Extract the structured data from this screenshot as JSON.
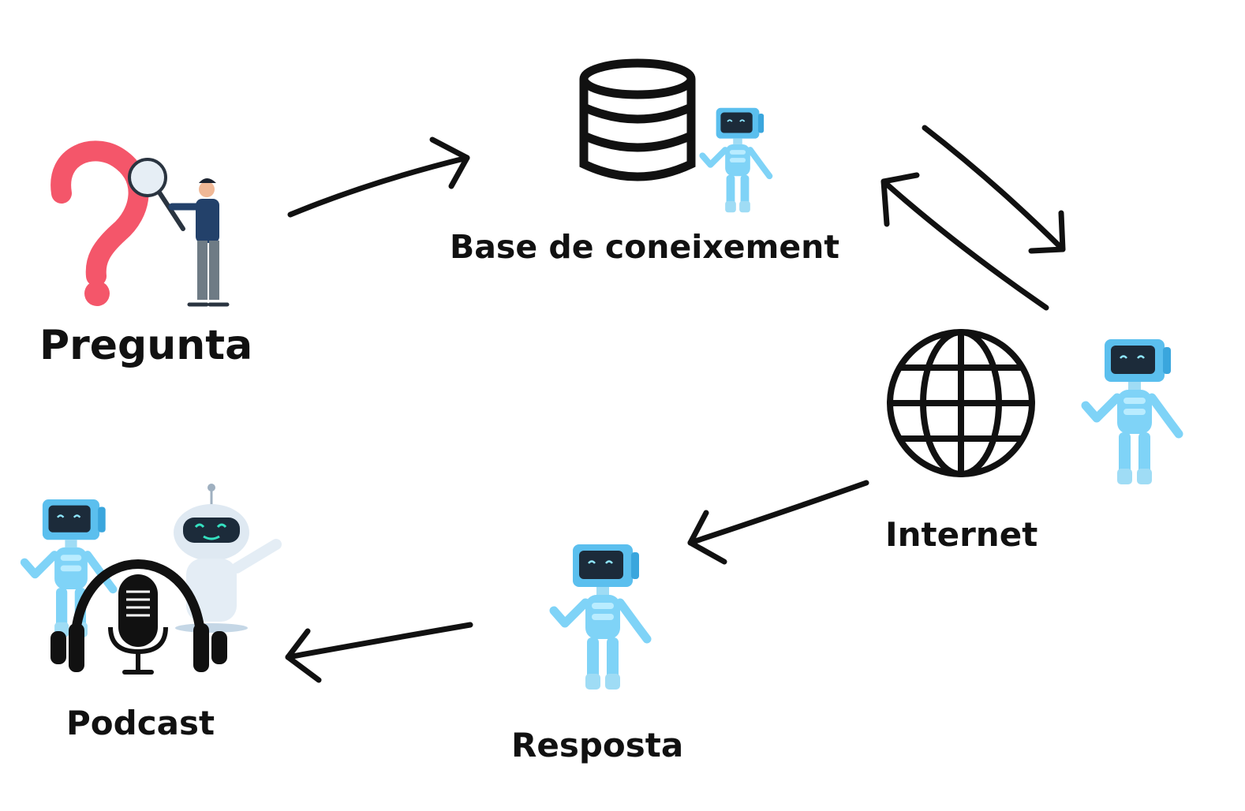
{
  "nodes": {
    "pregunta": "Pregunta",
    "base": "Base de coneixement",
    "internet": "Internet",
    "resposta": "Resposta",
    "podcast": "Podcast"
  },
  "colors": {
    "question_mark": "#f4566a",
    "robot_body": "#7fd3f7",
    "robot_screen": "#1c2b3a",
    "ink": "#111111"
  },
  "icons": [
    "question-mark-icon",
    "magnifier-person-icon",
    "database-icon",
    "globe-icon",
    "robot-icon",
    "headphones-microphone-icon"
  ]
}
